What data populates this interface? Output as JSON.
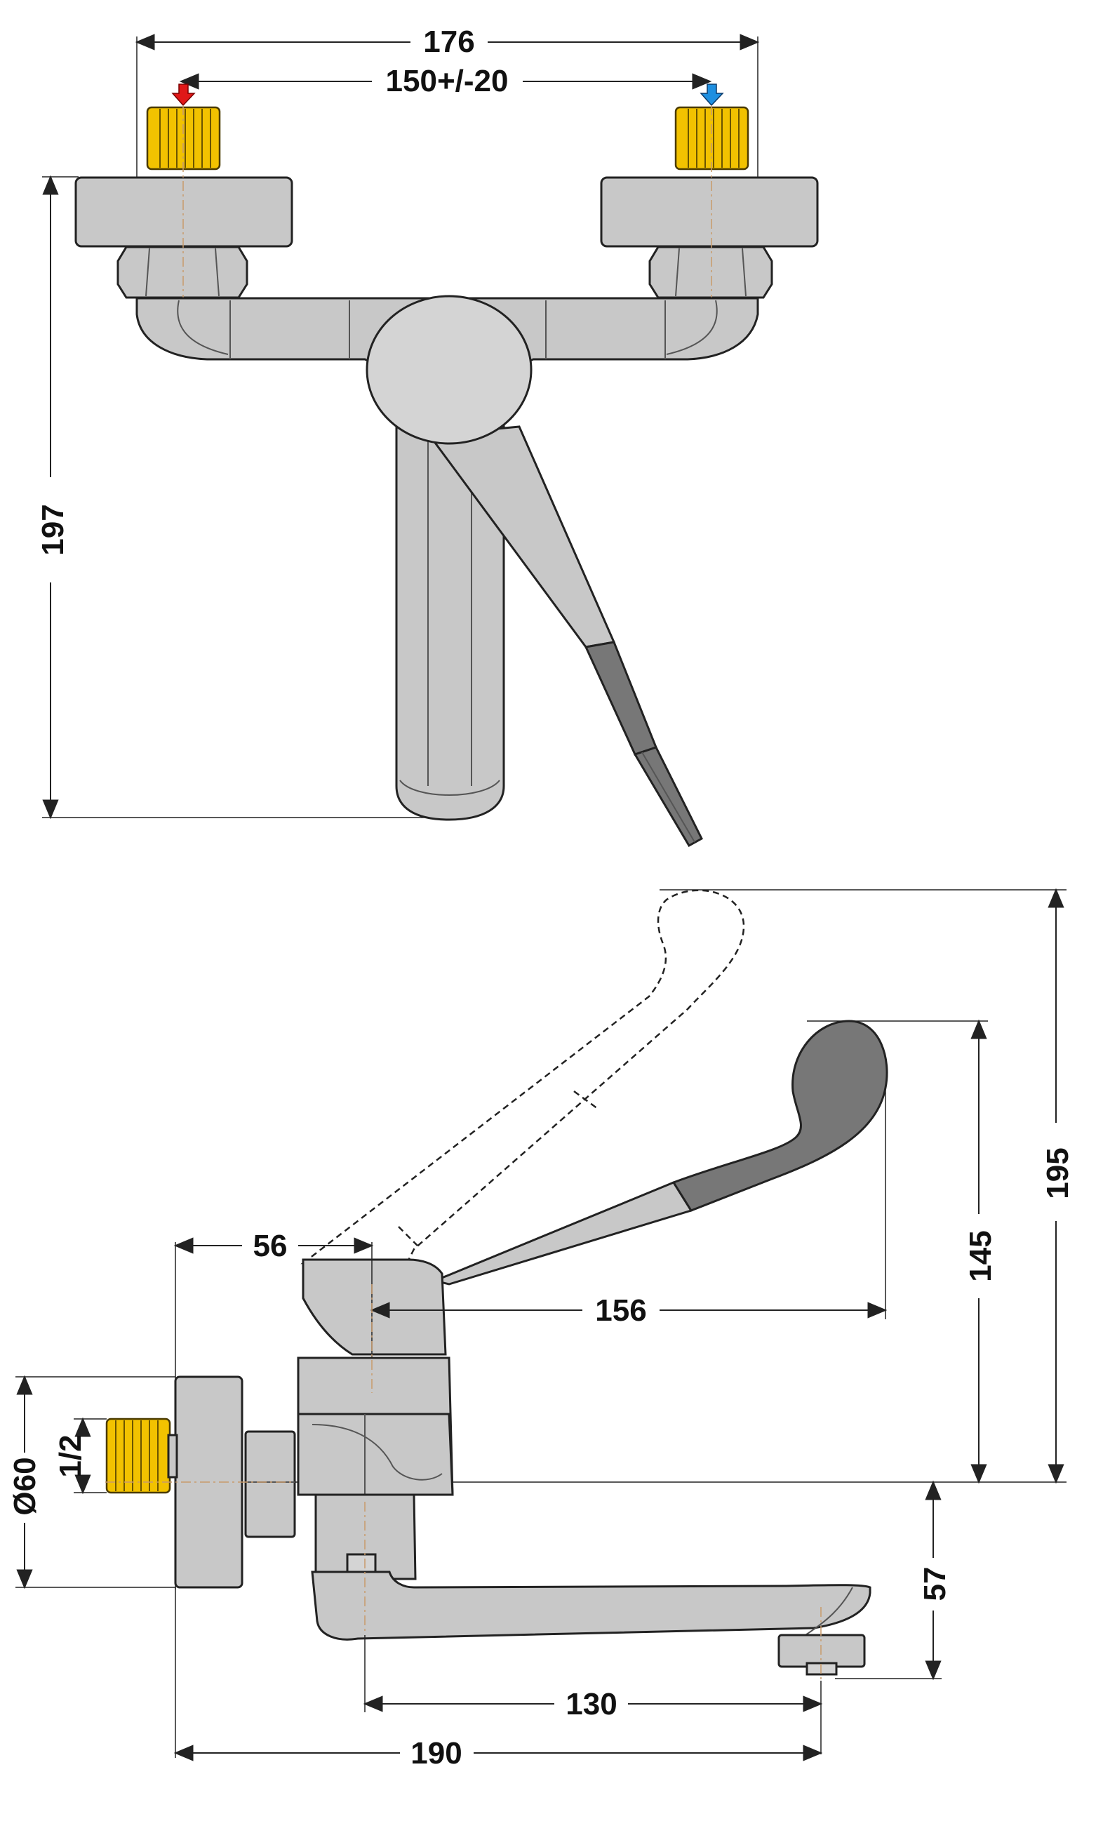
{
  "dimensions": {
    "top_width": "176",
    "inlet_spacing": "150+/-20",
    "front_height": "197",
    "lever_offset": "56",
    "lever_length": "156",
    "lever_height": "145",
    "total_height": "195",
    "flange_diameter": "Ø60",
    "thread_size": "1/2",
    "spout_height": "57",
    "spout_reach": "130",
    "total_depth": "190"
  },
  "colors": {
    "hot_inlet": "#e01818",
    "cold_inlet": "#1e8fe0",
    "thread": "#f2c200",
    "chrome": "#c8c8c8",
    "lever_grip": "#777777"
  }
}
